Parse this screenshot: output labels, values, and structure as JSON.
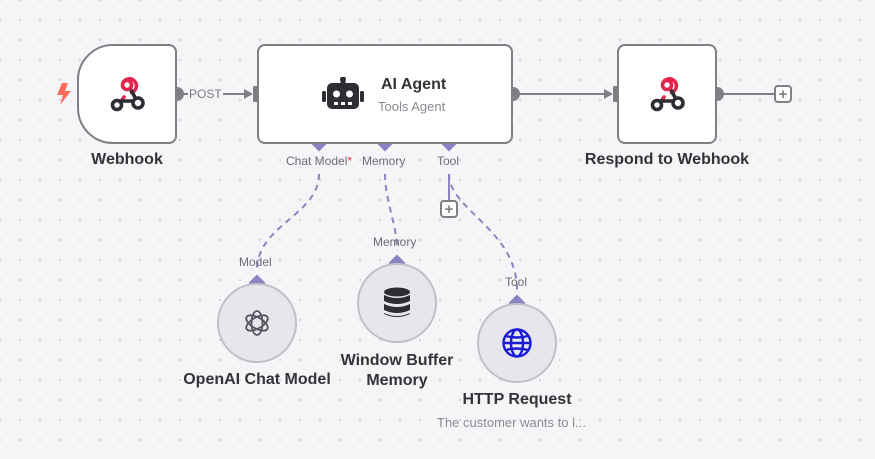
{
  "nodes": {
    "webhook": {
      "title": "Webhook"
    },
    "agent": {
      "title": "AI Agent",
      "subtitle": "Tools Agent"
    },
    "respond": {
      "title": "Respond to Webhook"
    },
    "openai": {
      "title": "OpenAI Chat Model"
    },
    "memory": {
      "title_line1": "Window Buffer",
      "title_line2": "Memory"
    },
    "http": {
      "title": "HTTP Request",
      "subtitle": "The customer wants to l..."
    }
  },
  "connections": {
    "post_label": "POST"
  },
  "agent_ports": {
    "chat_model": "Chat Model",
    "chat_model_required": "*",
    "memory": "Memory",
    "tool": "Tool"
  },
  "sub_ports": {
    "model": "Model",
    "memory": "Memory",
    "tool": "Tool"
  },
  "colors": {
    "node_border": "#7f7f86",
    "connection": "#7f7f86",
    "ai_port": "#8a85c0",
    "trigger": "#ff6d5a",
    "webhook_icon_red": "#e2264e",
    "globe": "#1a1ad6"
  },
  "icons": {
    "trigger": "lightning-bolt-icon",
    "webhook": "webhook-icon",
    "agent": "robot-icon",
    "openai": "openai-icon",
    "memory": "database-icon",
    "http": "globe-icon",
    "add": "plus-icon"
  }
}
